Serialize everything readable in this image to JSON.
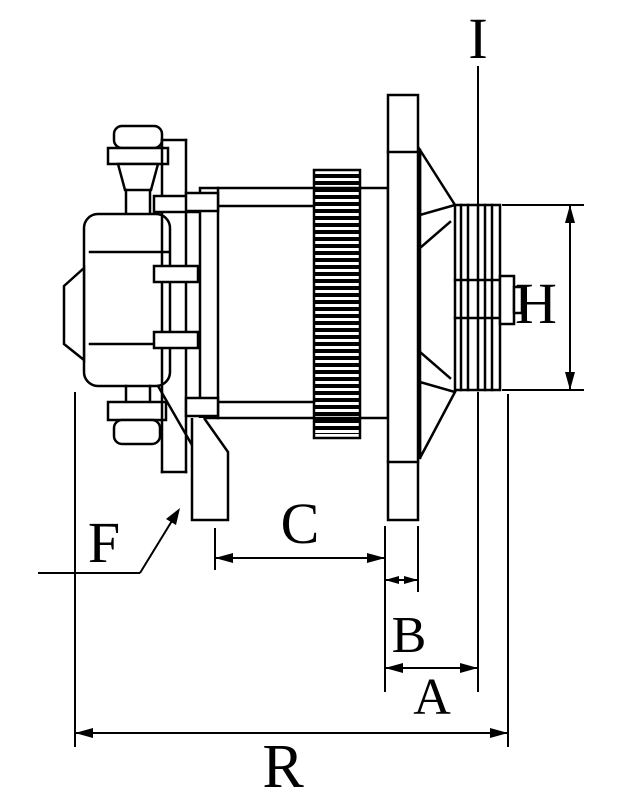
{
  "figure": {
    "subject": "alternator-side-view-technical-drawing",
    "background_color": "#ffffff",
    "line_color": "#000000"
  },
  "labels": {
    "I": "I",
    "H": "H",
    "F": "F",
    "C": "C",
    "B": "B",
    "A": "A",
    "R": "R"
  }
}
